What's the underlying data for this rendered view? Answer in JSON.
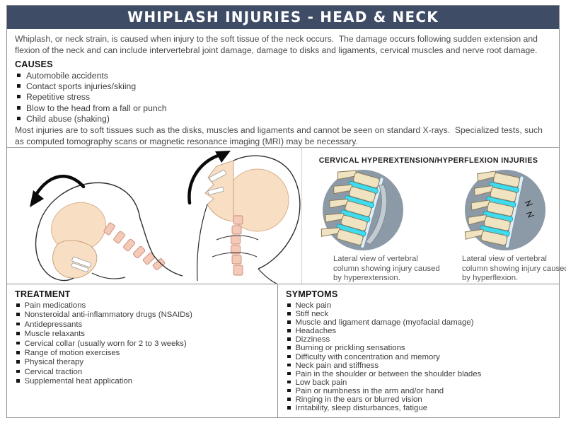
{
  "header": {
    "title": "WHIPLASH INJURIES - HEAD & NECK",
    "bg_color": "#3e4c66",
    "text_color": "#ffffff"
  },
  "intro": "Whiplash, or neck strain, is caused when injury to the soft tissue of the neck occurs.  The damage occurs following sudden extension and flexion of the neck and can include intervertebral joint damage, damage to disks and ligaments, cervical muscles and nerve root damage.",
  "causes": {
    "heading": "CAUSES",
    "items": [
      "Automobile accidents",
      "Contact sports injuries/skiing",
      "Repetitive stress",
      "Blow to the head from a fall or punch",
      "Child abuse (shaking)"
    ],
    "note": "Most injuries are to soft tissues such as the disks, muscles and ligaments and cannot be seen on standard X-rays.  Specialized tests, such as computed tomography scans or magnetic resonance imaging (MRI) may be necessary."
  },
  "illustrations": {
    "flexion_head_icon": "head-flexed-forward-with-curved-arrow-down-left",
    "extension_head_icon": "head-extended-back-with-curved-arrow-up-right",
    "panel_heading": "CERVICAL HYPEREXTENSION/HYPERFLEXION INJURIES",
    "captions": [
      "Lateral view of vertebral column showing injury caused by hyperextension.",
      "Lateral view of vertebral column showing injury caused by hyperflexion."
    ],
    "colors": {
      "circle_gray": "#8c9aa7",
      "disk_cyan": "#3fdbee",
      "bone": "#efe3c2",
      "skin": "#f8dfc4",
      "spine_pink": "#f5c9b8"
    }
  },
  "treatment": {
    "heading": "TREATMENT",
    "items": [
      "Pain medications",
      "Nonsteroidal anti-inflammatory drugs (NSAIDs)",
      "Antidepressants",
      "Muscle relaxants",
      "Cervical collar (usually worn for 2 to 3 weeks)",
      "Range of motion exercises",
      "Physical therapy",
      "Cervical traction",
      "Supplemental heat application"
    ]
  },
  "symptoms": {
    "heading": "SYMPTOMS",
    "items": [
      "Neck pain",
      "Stiff neck",
      "Muscle and ligament damage (myofacial damage)",
      "Headaches",
      "Dizziness",
      "Burning or prickling sensations",
      "Difficulty with concentration and memory",
      "Neck pain and stiffness",
      "Pain in the shoulder or between the shoulder blades",
      "Low back pain",
      "Pain or numbness in the arm and/or hand",
      "Ringing in the ears or blurred vision",
      "Irritability, sleep disturbances, fatigue"
    ]
  }
}
